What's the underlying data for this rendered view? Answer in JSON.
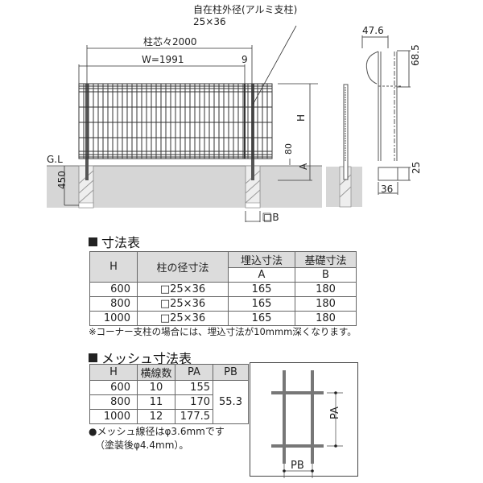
{
  "elevation": {
    "post_label_line1": "自在柱外径(アルミ支柱)",
    "post_label_line2": "25×36",
    "pitch_label": "柱芯々2000",
    "width_label": "W=1991",
    "gap_label": "9",
    "height_label": "H",
    "offset_label": "80",
    "embed_label": "A",
    "ground_label": "G.L",
    "foundation_depth_label": "450",
    "foundation_size_label": "□B"
  },
  "side_view": {
    "bracket_width_label": "47.6",
    "bracket_height_label": "68.5",
    "post_depth_label": "25",
    "post_width_label": "36"
  },
  "dimension_table": {
    "title": "寸法表",
    "headers": {
      "h": "H",
      "post": "柱の径寸法",
      "embed": "埋込寸法",
      "embed_sub": "A",
      "base": "基礎寸法",
      "base_sub": "B"
    },
    "rows": [
      {
        "h": "600",
        "post": "□25×36",
        "a": "165",
        "b": "180"
      },
      {
        "h": "800",
        "post": "□25×36",
        "a": "165",
        "b": "180"
      },
      {
        "h": "1000",
        "post": "□25×36",
        "a": "165",
        "b": "180"
      }
    ],
    "note": "※コーナー支柱の場合には、埋込寸法が10mmm深くなります。"
  },
  "mesh_table": {
    "title": "メッシュ寸法表",
    "headers": {
      "h": "H",
      "wires": "横線数",
      "pa": "PA",
      "pb": "PB"
    },
    "rows": [
      {
        "h": "600",
        "wires": "10",
        "pa": "155"
      },
      {
        "h": "800",
        "wires": "11",
        "pa": "170"
      },
      {
        "h": "1000",
        "wires": "12",
        "pa": "177.5"
      }
    ],
    "pb_value": "55.3",
    "note_line1": "●メッシュ線径はφ3.6mmです",
    "note_line2": "（塗装後φ4.4mm）。"
  },
  "mesh_detail": {
    "pa_label": "PA",
    "pb_label": "PB"
  }
}
